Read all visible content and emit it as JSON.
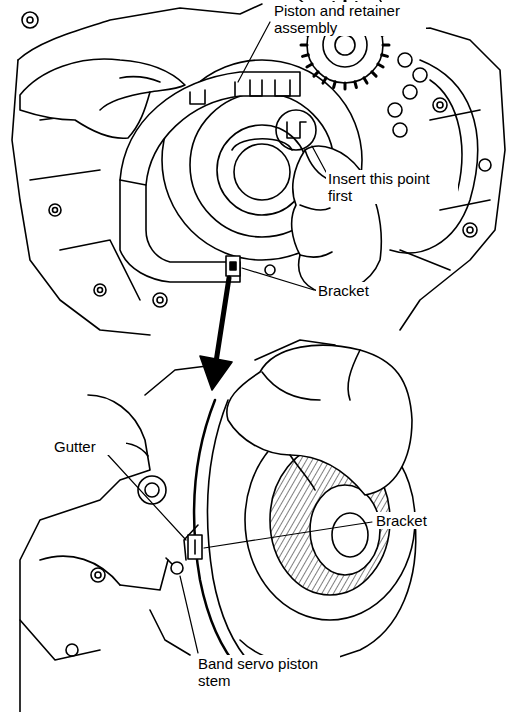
{
  "diagram": {
    "labels": [
      "Piston and retainer assembly",
      "Insert this point first",
      "Bracket",
      "Gutter",
      "Bracket",
      "Band servo piston stem"
    ]
  }
}
